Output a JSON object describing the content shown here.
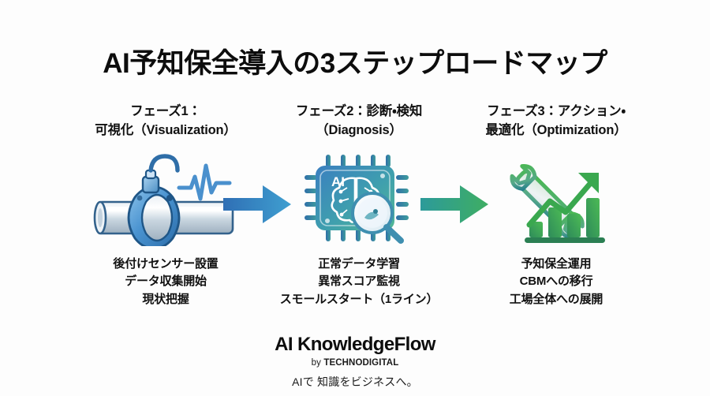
{
  "title": "AI予知保全導入の3ステップロードマップ",
  "background_color": "#fdfdfd",
  "phases": [
    {
      "heading_line1": "フェーズ1：",
      "heading_line2": "可視化（Visualization）",
      "icon_name": "pipe-clamp-sensor-waveform-icon",
      "icon_accent": "#2f7fc4",
      "caption_line1": "後付けセンサー設置",
      "caption_line2": "データ収集開始",
      "caption_line3": "現状把握"
    },
    {
      "heading_line1": "フェーズ2：診断・検知",
      "heading_line2": "（Diagnosis）",
      "icon_name": "ai-chip-brain-magnifier-icon",
      "icon_accent": "#3f8fbf",
      "icon_label": "AI",
      "caption_line1": "正常データ学習",
      "caption_line2": "異常スコア監視",
      "caption_line3": "スモールスタート（1ライン）"
    },
    {
      "heading_line1": "フェーズ3：アクション・",
      "heading_line2": "最適化（Optimization）",
      "icon_name": "wrench-growth-chart-icon",
      "icon_accent": "#3aa04e",
      "caption_line1": "予知保全運用",
      "caption_line2": "CBMへの移行",
      "caption_line3": "工場全体への展開"
    }
  ],
  "arrows": [
    {
      "name": "arrow-phase1-to-phase2",
      "color_start": "#2f6fb5",
      "color_end": "#3f9fd0"
    },
    {
      "name": "arrow-phase2-to-phase3",
      "color_start": "#2c9a9a",
      "color_end": "#3fae63"
    }
  ],
  "footer": {
    "brand": "AI KnowledgeFlow",
    "by_word": "by",
    "company": "TECHNODIGITAL",
    "tagline": "AIで 知識をビジネスへ。"
  }
}
